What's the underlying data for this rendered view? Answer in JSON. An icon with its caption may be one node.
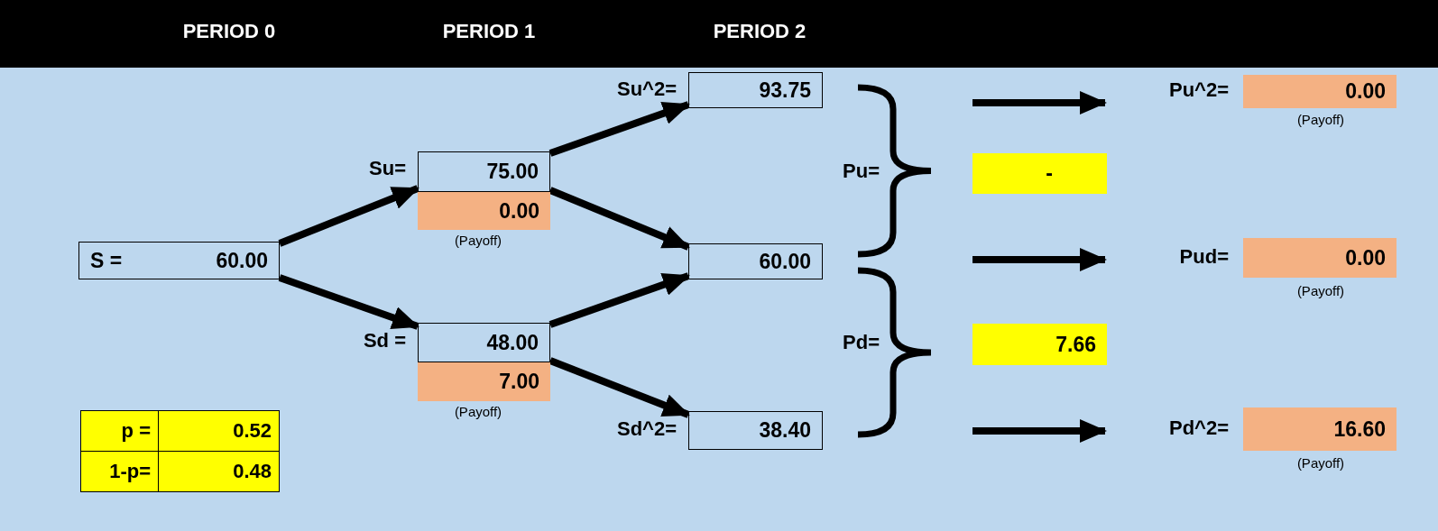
{
  "diagram": {
    "nodes": [
      {
        "text": [
          "S =",
          "60.00"
        ]
      },
      {
        "text": [
          "75.00"
        ],
        "beside": [
          "Su="
        ]
      },
      {
        "text": [
          "0.00"
        ],
        "beside": [
          "(Payoff)"
        ]
      },
      {
        "text": [
          "48.00"
        ],
        "beside": [
          "Sd ="
        ]
      },
      {
        "text": [
          "7.00"
        ],
        "beside": [
          "(Payoff)"
        ]
      },
      {
        "text": [
          "93.75"
        ],
        "beside": [
          "Su^2="
        ]
      },
      {
        "text": [
          "60.00"
        ]
      },
      {
        "text": [
          "38.40"
        ],
        "beside": [
          "Sd^2="
        ]
      },
      {
        "text": [
          "-"
        ]
      },
      {
        "text": [
          "7.66"
        ]
      },
      {
        "text": [
          "0.00"
        ],
        "beside": [
          "Pu^2=",
          "(Payoff)"
        ]
      },
      {
        "text": [
          "0.00"
        ],
        "beside": [
          "Pud=",
          "(Payoff)"
        ]
      },
      {
        "text": [
          "16.60"
        ],
        "beside": [
          "Pd^2=",
          "(Payoff)"
        ]
      }
    ],
    "edges": [
      {
        "from": 0,
        "to": 1,
        "arrow": "to"
      },
      {
        "from": 0,
        "to": 3,
        "arrow": "to"
      },
      {
        "from": 1,
        "to": 5,
        "arrow": "to"
      },
      {
        "from": 1,
        "to": 6,
        "arrow": "to"
      },
      {
        "from": 3,
        "to": 6,
        "arrow": "to"
      },
      {
        "from": 3,
        "to": 7,
        "arrow": "to"
      },
      {
        "from": null,
        "to": 10,
        "arrow": "to"
      },
      {
        "from": null,
        "to": 11,
        "arrow": "to"
      },
      {
        "from": null,
        "to": 12,
        "arrow": "to"
      }
    ],
    "labels": [
      "PERIOD 0",
      "PERIOD 1",
      "PERIOD 2",
      "Pu=",
      "Pd=",
      "p =",
      "0.52",
      "1-p=",
      "0.48"
    ]
  }
}
